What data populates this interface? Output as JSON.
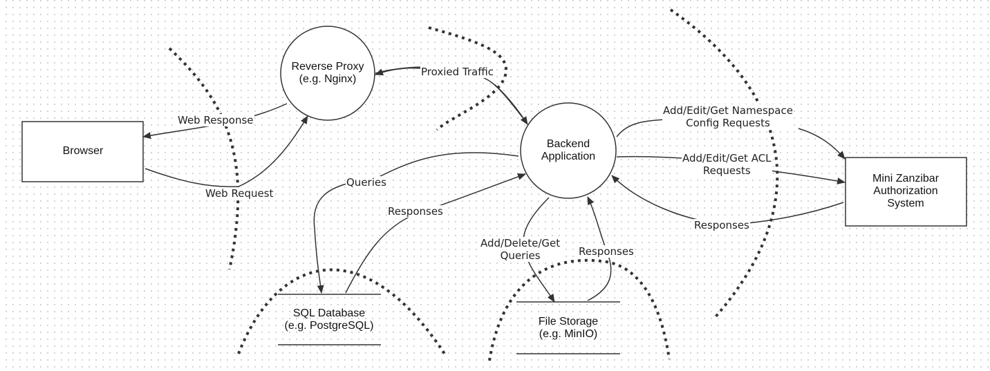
{
  "nodes": {
    "browser": "Browser",
    "reverse_proxy": "Reverse Proxy\n(e.g. Nginx)",
    "backend": "Backend\nApplication",
    "zanzibar": "Mini Zanzibar\nAuthorization\nSystem",
    "sql_db": "SQL Database\n(e.g. PostgreSQL)",
    "file_storage": "File Storage\n(e.g. MinIO)"
  },
  "edges": {
    "web_response": "Web Response",
    "web_request": "Web Request",
    "proxied_traffic": "Proxied Traffic",
    "queries": "Queries",
    "db_responses": "Responses",
    "namespace_requests": "Add/Edit/Get Namespace\nConfig Requests",
    "acl_requests": "Add/Edit/Get ACL\nRequests",
    "zanzibar_responses": "Responses",
    "storage_queries": "Add/Delete/Get\nQueries",
    "storage_responses": "Responses"
  }
}
